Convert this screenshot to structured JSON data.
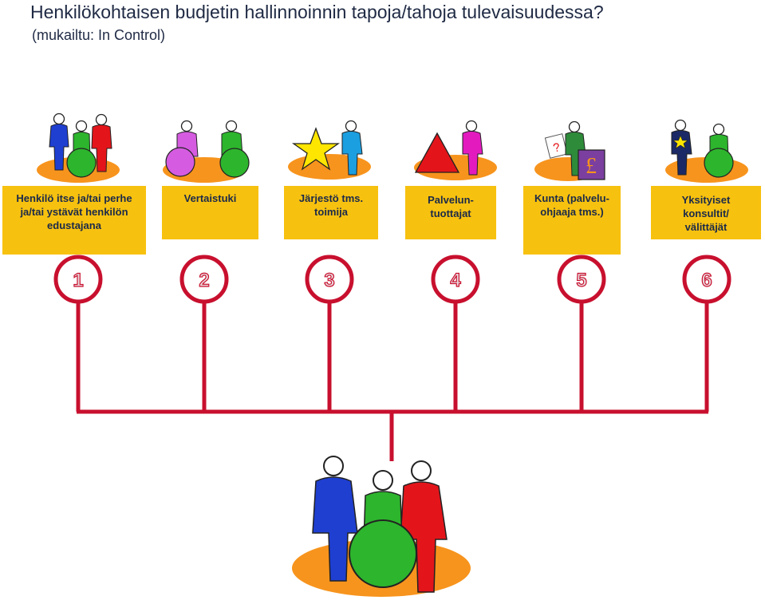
{
  "title": "Henkilökohtaisen budjetin hallinnoinnin tapoja/tahoja tulevaisuudessa?",
  "subtitle": "(mukailtu: In Control)",
  "options": [
    {
      "number": "1",
      "label": "Henkilö itse ja/tai perhe\nja/tai ystävät henkilön\nedustajana"
    },
    {
      "number": "2",
      "label": "Vertaistuki"
    },
    {
      "number": "3",
      "label": "Järjestö tms.\ntoimija"
    },
    {
      "number": "4",
      "label": "Palvelun-\ntuottajat"
    },
    {
      "number": "5",
      "label": "Kunta (palvelu-\nohjaaja tms.)"
    },
    {
      "number": "6",
      "label": "Yksityiset\nkonsultit/\nvälittäjät"
    }
  ],
  "icon5_glyphs": {
    "question": "?",
    "pound": "£"
  },
  "colors": {
    "box": "#f7c10f",
    "tree_line": "#c8102e",
    "platform": "#f7941d",
    "blue": "#1f3fd1",
    "green": "#2db52d",
    "red": "#e3151a",
    "pink": "#d55ce0",
    "yellow": "#ffe600",
    "magenta": "#e31bbf",
    "navy": "#1b2a66",
    "darkgreen": "#2e8b3a",
    "purple": "#7b3fa0"
  }
}
